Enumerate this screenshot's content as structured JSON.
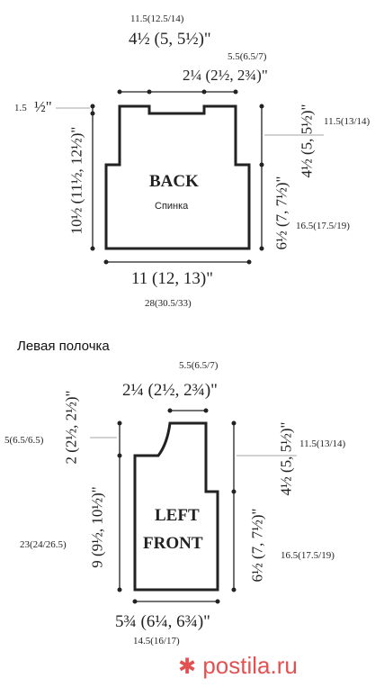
{
  "back": {
    "shoulder_top_cm": "11.5(12.5/14)",
    "shoulder_top_in": "4½ (5, 5½)\"",
    "neck_cm": "5.5(6.5/7)",
    "neck_in": "2¼ (2½, 2¾)\"",
    "left_top_cm": "1.5",
    "left_top_in": "½\"",
    "right_top_cm": "11.5(13/14)",
    "right_top_in": "4½ (5, 5½)\"",
    "left_side_in": "10½ (11½, 12½)\"",
    "right_lower_in": "6½ (7, 7½)\"",
    "right_lower_cm": "16.5(17.5/19)",
    "title": "BACK",
    "subtitle": "Спинка",
    "bottom_in": "11 (12, 13)\"",
    "bottom_cm": "28(30.5/33)"
  },
  "left_front": {
    "heading": "Левая полочка",
    "neck_cm": "5.5(6.5/7)",
    "neck_in": "2¼ (2½, 2¾)\"",
    "upper_left_in": "2 (2½, 2½)\"",
    "upper_left_cm": "5(6.5/6.5)",
    "lower_left_in": "9 (9½, 10½)\"",
    "lower_left_cm": "23(24/26.5)",
    "right_top_cm": "11.5(13/14)",
    "right_top_in": "4½ (5, 5½)\"",
    "right_lower_in": "6½ (7, 7½)\"",
    "right_lower_cm": "16.5(17.5/19)",
    "title_line1": "LEFT",
    "title_line2": "FRONT",
    "bottom_in": "5¾ (6¼, 6¾)\"",
    "bottom_cm": "14.5(16/17)"
  },
  "watermark": "postila.ru"
}
